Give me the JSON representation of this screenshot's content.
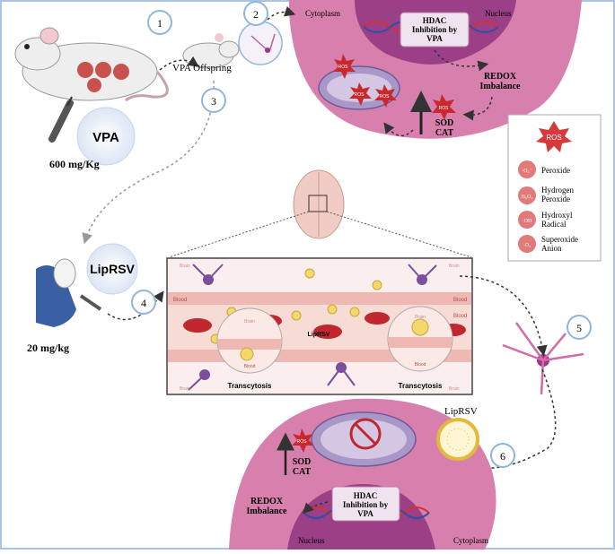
{
  "doses": {
    "vpa_label": "VPA",
    "vpa_dose": "600 mg/Kg",
    "offspring": "VPA Offspring",
    "liprsv_label": "LipRSV",
    "liprsv_dose": "20  mg/kg"
  },
  "steps": [
    "1",
    "2",
    "3",
    "4",
    "5",
    "6"
  ],
  "cell_top": {
    "cytoplasm": "Cytoplasm",
    "nucleus": "Nucleus",
    "hdac": [
      "HDAC",
      "Inhibition by",
      "VPA"
    ],
    "redox": [
      "REDOX",
      "Imbalance"
    ],
    "sod_cat": [
      "SOD",
      "CAT"
    ],
    "ros_badge": "ROS"
  },
  "legend": {
    "header": "ROS",
    "items": [
      {
        "sym": "·O₂⁻",
        "label": [
          "Peroxide"
        ]
      },
      {
        "sym": "H₂O₂",
        "label": [
          "Hydrogen",
          "Peroxide"
        ]
      },
      {
        "sym": "·OH",
        "label": [
          "Hydroxyl",
          "Radical"
        ]
      },
      {
        "sym": "·O₂",
        "label": [
          "Superoxide",
          "Anion"
        ]
      }
    ]
  },
  "bbb": {
    "brain_tl": "Brain",
    "brain_tr": "Brain",
    "brain_bl": "Brain",
    "brain_br": "Brain",
    "blood_l": "Blood",
    "blood_r": "Blood",
    "blood_r2": "Blood",
    "liprsv": "LipRSV",
    "transcytosis_l": "Transcytosis",
    "transcytosis_r": "Transcytosis",
    "zoom_brain": "Brain",
    "zoom_blood": "Blood",
    "zoom_brain_r": "Brain",
    "zoom_blood_r": "Blood"
  },
  "cell_bottom": {
    "cytoplasm": "Cytoplasm",
    "nucleus": "Nucleus",
    "hdac": [
      "HDAC",
      "Inhibition by",
      "VPA"
    ],
    "redox": [
      "REDOX",
      "Imbalance"
    ],
    "sod_cat": [
      "SOD",
      "CAT"
    ],
    "ros_badge": "ROS",
    "liprsv": "LipRSV"
  },
  "colors": {
    "cell_outer": "#d06fa0",
    "cell_inner": "#9b3f86",
    "rbc": "#c0282d",
    "lipo": "#f5d86b",
    "arrow": "#333333",
    "step_ring": "#8fb6e0"
  }
}
